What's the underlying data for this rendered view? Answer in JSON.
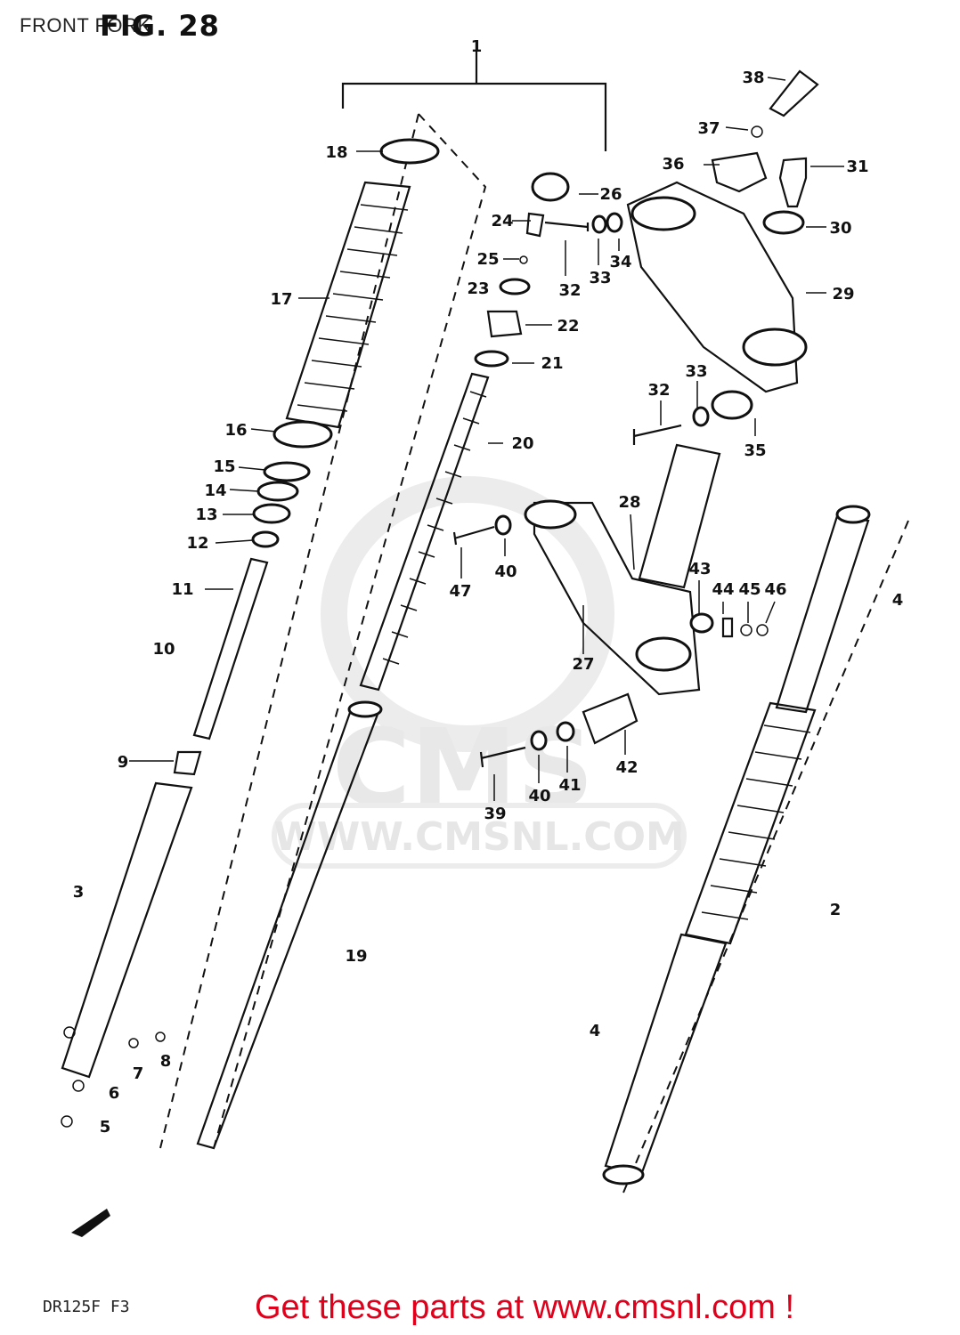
{
  "header": {
    "title": "FRONT FORK",
    "figure": "FIG. 28"
  },
  "footer": {
    "model_code": "DR125F F3",
    "promo_text": "Get these parts at www.cmsnl.com !"
  },
  "watermark": {
    "logo_text": "CMS",
    "url_text": "WWW.CMSNL.COM"
  },
  "callouts": [
    "1",
    "2",
    "3",
    "4",
    "4",
    "5",
    "6",
    "7",
    "8",
    "9",
    "10",
    "11",
    "12",
    "13",
    "14",
    "15",
    "16",
    "17",
    "18",
    "19",
    "20",
    "21",
    "22",
    "23",
    "24",
    "25",
    "26",
    "27",
    "28",
    "29",
    "30",
    "31",
    "32",
    "32",
    "33",
    "33",
    "34",
    "35",
    "36",
    "37",
    "38",
    "39",
    "40",
    "40",
    "41",
    "42",
    "43",
    "44",
    "45",
    "46",
    "47"
  ],
  "colors": {
    "promo": "#e0001b",
    "watermark": "#e6e6e6",
    "ink": "#111111"
  }
}
